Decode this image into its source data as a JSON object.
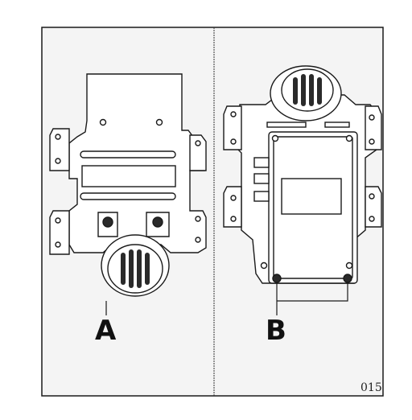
{
  "figure": {
    "panel_left_label": "A",
    "panel_right_label": "B",
    "figure_number": "015"
  },
  "colors": {
    "line": "#1a1a1a",
    "panel_fill": "#f4f4f4",
    "plate_fill": "#ffffff",
    "dark_fill": "#2a2a2a"
  }
}
